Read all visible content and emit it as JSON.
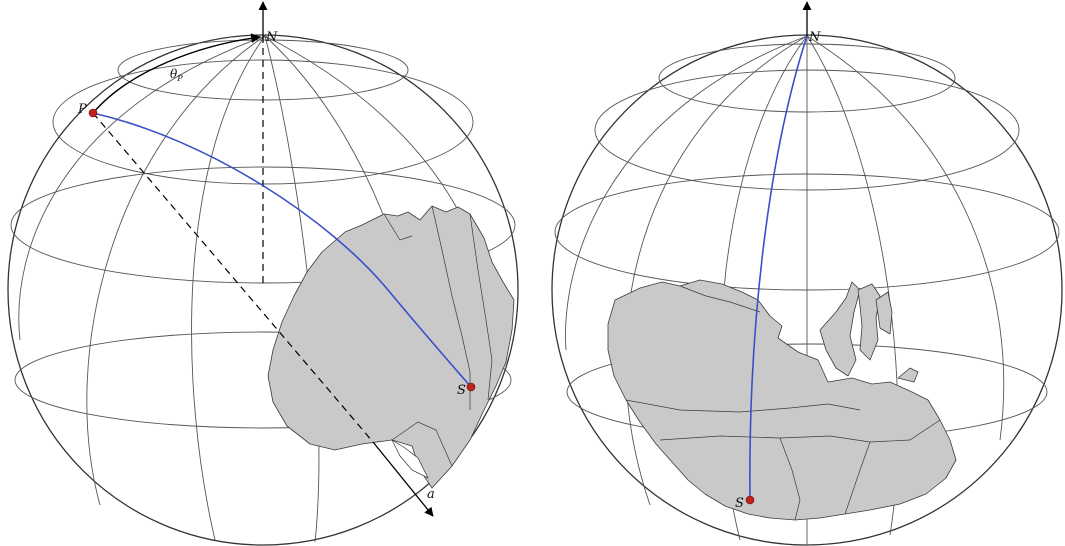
{
  "left_globe": {
    "labels": {
      "north": "N",
      "pole": "P",
      "site": "S",
      "axis": "a",
      "angle": "θ",
      "angle_sub": "P"
    }
  },
  "right_globe": {
    "labels": {
      "north": "N",
      "site": "S"
    }
  },
  "colors": {
    "great_circle": "#3a4fc8",
    "site_marker": "#c0231b",
    "land": "#c9c9c9",
    "outline": "#333333"
  }
}
